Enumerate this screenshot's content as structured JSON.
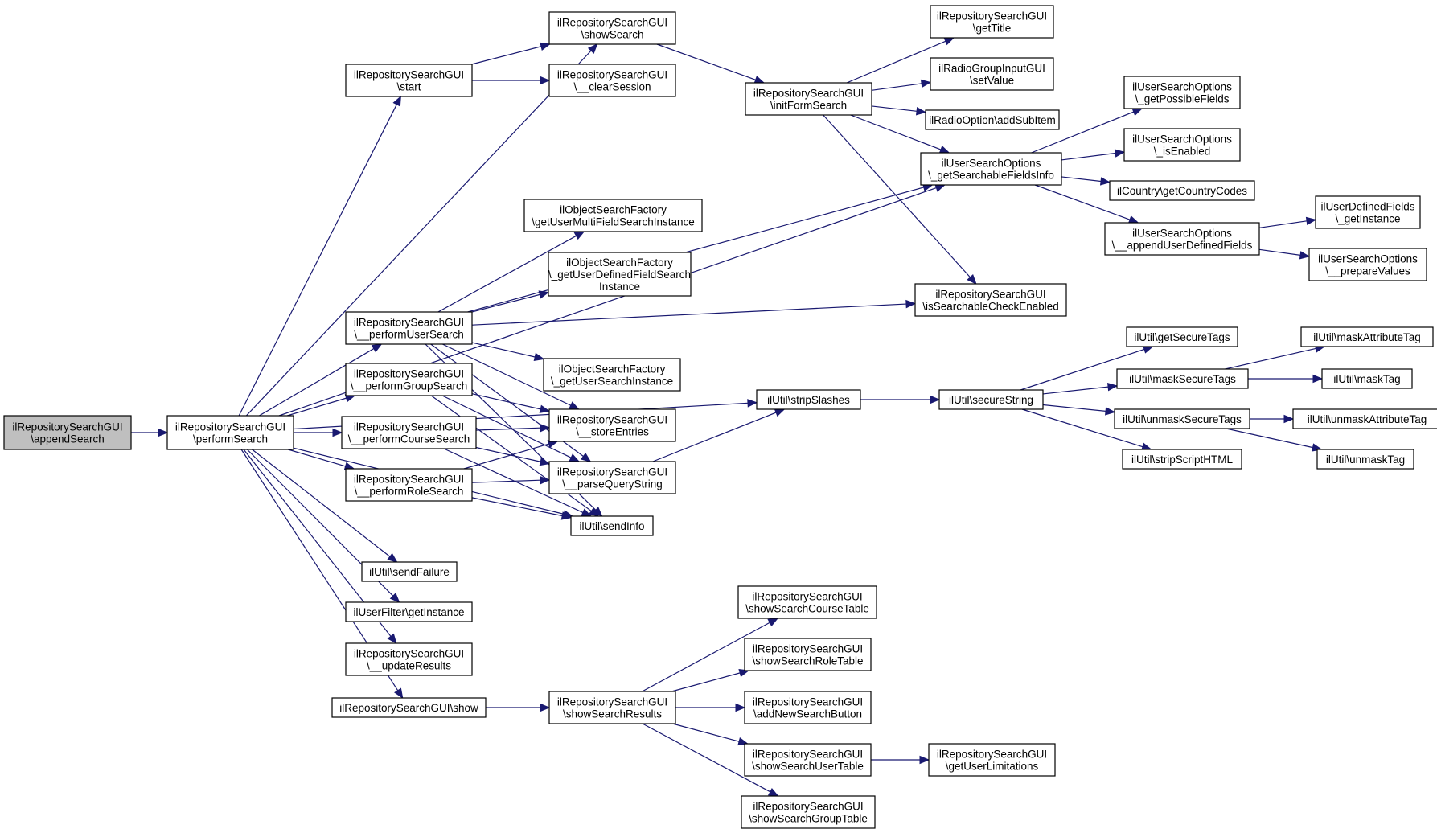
{
  "colors": {
    "edge": "#191970",
    "root_fill": "#bfbfbf",
    "node_fill": "#ffffff",
    "node_border": "#000000"
  },
  "nodes": {
    "appendSearch": [
      "ilRepositorySearchGUI",
      "\\appendSearch"
    ],
    "performSearch": [
      "ilRepositorySearchGUI",
      "\\performSearch"
    ],
    "showSearch": [
      "ilRepositorySearchGUI",
      "\\showSearch"
    ],
    "start": [
      "ilRepositorySearchGUI",
      "\\start"
    ],
    "clearSession": [
      "ilRepositorySearchGUI",
      "\\__clearSession"
    ],
    "initFormSearch": [
      "ilRepositorySearchGUI",
      "\\initFormSearch"
    ],
    "getTitle": [
      "ilRepositorySearchGUI",
      "\\getTitle"
    ],
    "setValue": [
      "ilRadioGroupInputGUI",
      "\\setValue"
    ],
    "addSubItem": [
      "ilRadioOption\\addSubItem"
    ],
    "getSearchableFieldsInfo": [
      "ilUserSearchOptions",
      "\\_getSearchableFieldsInfo"
    ],
    "getPossibleFields": [
      "ilUserSearchOptions",
      "\\_getPossibleFields"
    ],
    "isEnabled": [
      "ilUserSearchOptions",
      "\\_isEnabled"
    ],
    "getCountryCodes": [
      "ilCountry\\getCountryCodes"
    ],
    "appendUserDefinedFields": [
      "ilUserSearchOptions",
      "\\__appendUserDefinedFields"
    ],
    "udfGetInstance": [
      "ilUserDefinedFields",
      "\\_getInstance"
    ],
    "prepareValues": [
      "ilUserSearchOptions",
      "\\__prepareValues"
    ],
    "getUserMultiFieldSearchInstance": [
      "ilObjectSearchFactory",
      "\\getUserMultiFieldSearchInstance"
    ],
    "getUserDefinedFieldSearchInstance": [
      "ilObjectSearchFactory",
      "\\_getUserDefinedFieldSearch",
      "Instance"
    ],
    "isSearchableCheckEnabled": [
      "ilRepositorySearchGUI",
      "\\isSearchableCheckEnabled"
    ],
    "performUserSearch": [
      "ilRepositorySearchGUI",
      "\\__performUserSearch"
    ],
    "getUserSearchInstance": [
      "ilObjectSearchFactory",
      "\\_getUserSearchInstance"
    ],
    "performGroupSearch": [
      "ilRepositorySearchGUI",
      "\\__performGroupSearch"
    ],
    "performCourseSearch": [
      "ilRepositorySearchGUI",
      "\\__performCourseSearch"
    ],
    "storeEntries": [
      "ilRepositorySearchGUI",
      "\\__storeEntries"
    ],
    "stripSlashes": [
      "ilUtil\\stripSlashes"
    ],
    "secureString": [
      "ilUtil\\secureString"
    ],
    "getSecureTags": [
      "ilUtil\\getSecureTags"
    ],
    "maskSecureTags": [
      "ilUtil\\maskSecureTags"
    ],
    "maskAttributeTag": [
      "ilUtil\\maskAttributeTag"
    ],
    "maskTag": [
      "ilUtil\\maskTag"
    ],
    "unmaskSecureTags": [
      "ilUtil\\unmaskSecureTags"
    ],
    "unmaskAttributeTag": [
      "ilUtil\\unmaskAttributeTag"
    ],
    "unmaskTag": [
      "ilUtil\\unmaskTag"
    ],
    "stripScriptHTML": [
      "ilUtil\\stripScriptHTML"
    ],
    "performRoleSearch": [
      "ilRepositorySearchGUI",
      "\\__performRoleSearch"
    ],
    "parseQueryString": [
      "ilRepositorySearchGUI",
      "\\__parseQueryString"
    ],
    "sendInfo": [
      "ilUtil\\sendInfo"
    ],
    "sendFailure": [
      "ilUtil\\sendFailure"
    ],
    "userFilterGetInstance": [
      "ilUserFilter\\getInstance"
    ],
    "updateResults": [
      "ilRepositorySearchGUI",
      "\\__updateResults"
    ],
    "show": [
      "ilRepositorySearchGUI\\show"
    ],
    "showSearchResults": [
      "ilRepositorySearchGUI",
      "\\showSearchResults"
    ],
    "showSearchCourseTable": [
      "ilRepositorySearchGUI",
      "\\showSearchCourseTable"
    ],
    "showSearchRoleTable": [
      "ilRepositorySearchGUI",
      "\\showSearchRoleTable"
    ],
    "addNewSearchButton": [
      "ilRepositorySearchGUI",
      "\\addNewSearchButton"
    ],
    "showSearchUserTable": [
      "ilRepositorySearchGUI",
      "\\showSearchUserTable"
    ],
    "getUserLimitations": [
      "ilRepositorySearchGUI",
      "\\getUserLimitations"
    ],
    "showSearchGroupTable": [
      "ilRepositorySearchGUI",
      "\\showSearchGroupTable"
    ]
  },
  "edges": [
    [
      "appendSearch",
      "performSearch"
    ],
    [
      "performSearch",
      "showSearch"
    ],
    [
      "performSearch",
      "start"
    ],
    [
      "performSearch",
      "getSearchableFieldsInfo"
    ],
    [
      "performSearch",
      "stripSlashes"
    ],
    [
      "performSearch",
      "performUserSearch"
    ],
    [
      "performSearch",
      "performGroupSearch"
    ],
    [
      "performSearch",
      "performCourseSearch"
    ],
    [
      "performSearch",
      "performRoleSearch"
    ],
    [
      "performSearch",
      "sendInfo"
    ],
    [
      "performSearch",
      "sendFailure"
    ],
    [
      "performSearch",
      "userFilterGetInstance"
    ],
    [
      "performSearch",
      "updateResults"
    ],
    [
      "performSearch",
      "show"
    ],
    [
      "start",
      "showSearch"
    ],
    [
      "start",
      "clearSession"
    ],
    [
      "showSearch",
      "initFormSearch"
    ],
    [
      "initFormSearch",
      "getTitle"
    ],
    [
      "initFormSearch",
      "setValue"
    ],
    [
      "initFormSearch",
      "addSubItem"
    ],
    [
      "initFormSearch",
      "getSearchableFieldsInfo"
    ],
    [
      "initFormSearch",
      "isSearchableCheckEnabled"
    ],
    [
      "getSearchableFieldsInfo",
      "getPossibleFields"
    ],
    [
      "getSearchableFieldsInfo",
      "isEnabled"
    ],
    [
      "getSearchableFieldsInfo",
      "getCountryCodes"
    ],
    [
      "getSearchableFieldsInfo",
      "appendUserDefinedFields"
    ],
    [
      "appendUserDefinedFields",
      "udfGetInstance"
    ],
    [
      "appendUserDefinedFields",
      "prepareValues"
    ],
    [
      "performUserSearch",
      "getSearchableFieldsInfo"
    ],
    [
      "performUserSearch",
      "getUserMultiFieldSearchInstance"
    ],
    [
      "performUserSearch",
      "getUserDefinedFieldSearchInstance"
    ],
    [
      "performUserSearch",
      "isSearchableCheckEnabled"
    ],
    [
      "performUserSearch",
      "getUserSearchInstance"
    ],
    [
      "performUserSearch",
      "storeEntries"
    ],
    [
      "performUserSearch",
      "parseQueryString"
    ],
    [
      "performUserSearch",
      "sendInfo"
    ],
    [
      "performGroupSearch",
      "storeEntries"
    ],
    [
      "performGroupSearch",
      "parseQueryString"
    ],
    [
      "performGroupSearch",
      "sendInfo"
    ],
    [
      "performCourseSearch",
      "storeEntries"
    ],
    [
      "performCourseSearch",
      "parseQueryString"
    ],
    [
      "performCourseSearch",
      "sendInfo"
    ],
    [
      "performRoleSearch",
      "storeEntries"
    ],
    [
      "performRoleSearch",
      "parseQueryString"
    ],
    [
      "performRoleSearch",
      "sendInfo"
    ],
    [
      "parseQueryString",
      "stripSlashes"
    ],
    [
      "stripSlashes",
      "secureString"
    ],
    [
      "secureString",
      "getSecureTags"
    ],
    [
      "secureString",
      "maskSecureTags"
    ],
    [
      "secureString",
      "unmaskSecureTags"
    ],
    [
      "secureString",
      "stripScriptHTML"
    ],
    [
      "maskSecureTags",
      "maskAttributeTag"
    ],
    [
      "maskSecureTags",
      "maskTag"
    ],
    [
      "unmaskSecureTags",
      "unmaskAttributeTag"
    ],
    [
      "unmaskSecureTags",
      "unmaskTag"
    ],
    [
      "show",
      "showSearchResults"
    ],
    [
      "showSearchResults",
      "showSearchCourseTable"
    ],
    [
      "showSearchResults",
      "showSearchRoleTable"
    ],
    [
      "showSearchResults",
      "addNewSearchButton"
    ],
    [
      "showSearchResults",
      "showSearchUserTable"
    ],
    [
      "showSearchResults",
      "showSearchGroupTable"
    ],
    [
      "showSearchUserTable",
      "getUserLimitations"
    ]
  ]
}
